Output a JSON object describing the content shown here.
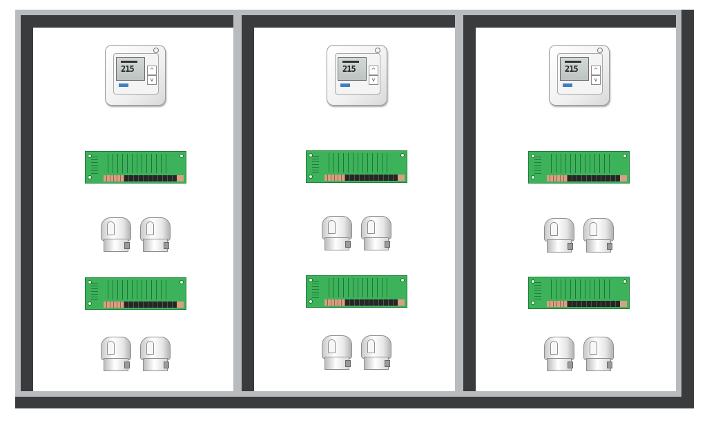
{
  "rooms": [
    {
      "thermostat": {
        "temperature": "215"
      },
      "terminal_boards": 2,
      "actuators_per_group": 2
    },
    {
      "thermostat": {
        "temperature": "215"
      },
      "terminal_boards": 2,
      "actuators_per_group": 2
    },
    {
      "thermostat": {
        "temperature": "215"
      },
      "terminal_boards": 2,
      "actuators_per_group": 2
    }
  ],
  "colors": {
    "wall_dark": "#3a3b3d",
    "wall_light": "#b9bcbf",
    "board_green": "#3cb35a",
    "floor": "#ffffff"
  },
  "icons": [
    "thermostat-icon",
    "terminal-board-icon",
    "actuator-icon"
  ]
}
